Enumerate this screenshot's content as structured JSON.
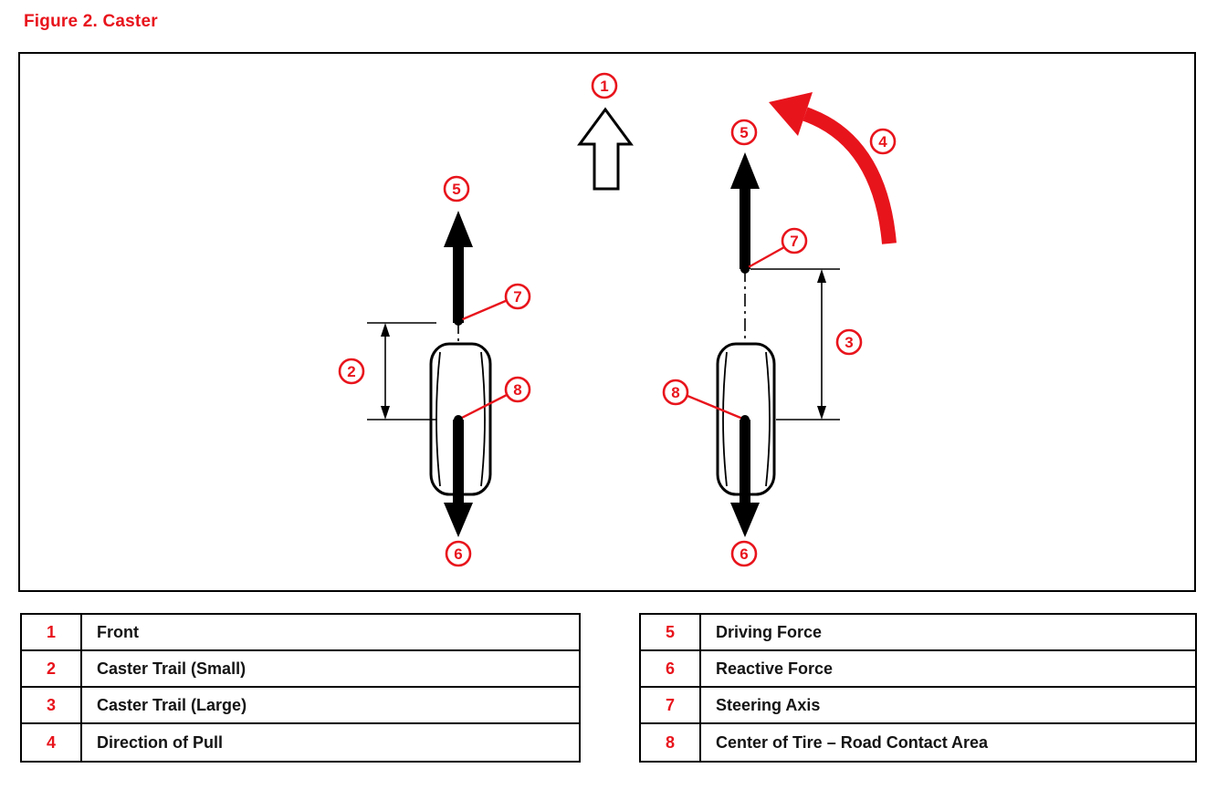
{
  "figure_title": "Figure 2.  Caster",
  "colors": {
    "accent": "#e8141c",
    "line": "#000000"
  },
  "diagram": {
    "callouts": {
      "n1": "1",
      "n2": "2",
      "n3": "3",
      "n4": "4",
      "n5": "5",
      "n6": "6",
      "n7": "7",
      "n8": "8"
    }
  },
  "legend_left": {
    "rows": [
      {
        "num": "1",
        "label": "Front"
      },
      {
        "num": "2",
        "label": "Caster Trail (Small)"
      },
      {
        "num": "3",
        "label": "Caster Trail (Large)"
      },
      {
        "num": "4",
        "label": "Direction of Pull"
      }
    ]
  },
  "legend_right": {
    "rows": [
      {
        "num": "5",
        "label": "Driving Force"
      },
      {
        "num": "6",
        "label": "Reactive Force"
      },
      {
        "num": "7",
        "label": "Steering Axis"
      },
      {
        "num": "8",
        "label": "Center of Tire – Road Contact Area"
      }
    ]
  }
}
